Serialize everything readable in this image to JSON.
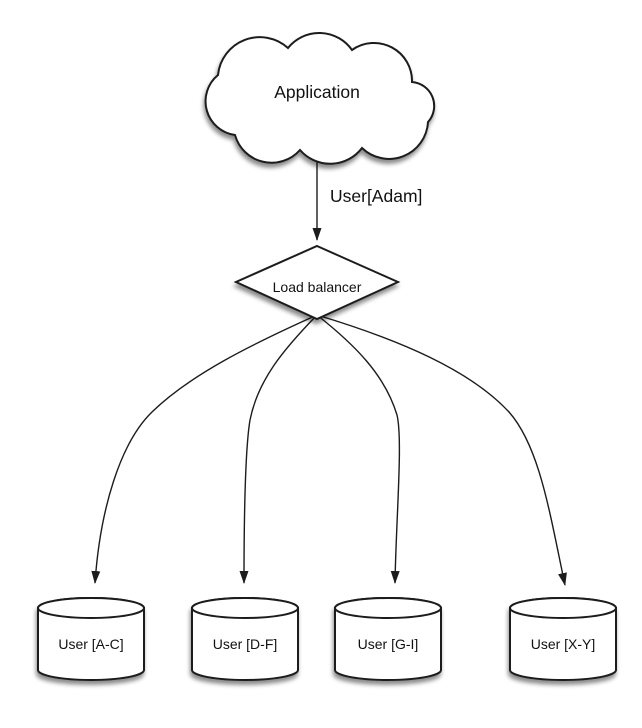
{
  "diagram": {
    "background": "#ffffff",
    "stroke_color": "#1c1c1c",
    "text_color": "#111111",
    "nodes": {
      "application": {
        "label": "Application",
        "shape": "cloud"
      },
      "load_balancer": {
        "label": "Load balancer",
        "shape": "diamond"
      },
      "shards": [
        {
          "label": "User [A-C]",
          "shape": "cylinder"
        },
        {
          "label": "User [D-F]",
          "shape": "cylinder"
        },
        {
          "label": "User [G-I]",
          "shape": "cylinder"
        },
        {
          "label": "User [X-Y]",
          "shape": "cylinder"
        }
      ]
    },
    "edges": {
      "app_to_lb": {
        "label": "User[Adam]"
      },
      "lb_to_shards_count": 4
    }
  }
}
